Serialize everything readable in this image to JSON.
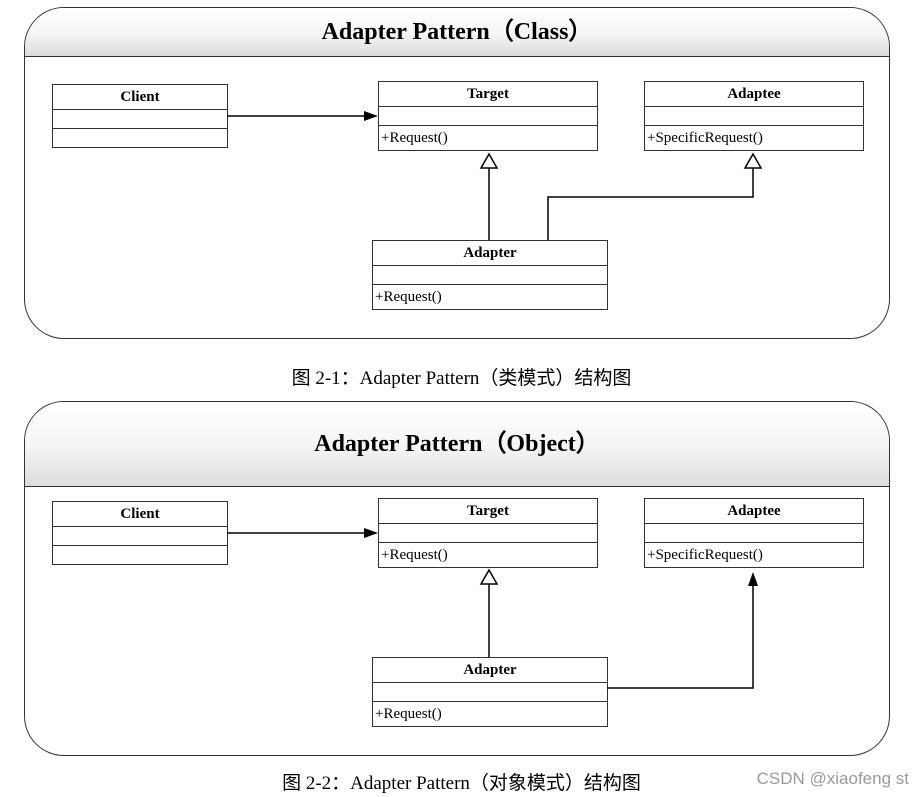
{
  "diagram1": {
    "title": "Adapter Pattern（Class）",
    "caption": "图 2-1：Adapter Pattern（类模式）结构图",
    "client": {
      "name": "Client"
    },
    "target": {
      "name": "Target",
      "op": "+Request()"
    },
    "adaptee": {
      "name": "Adaptee",
      "op": "+SpecificRequest()"
    },
    "adapter": {
      "name": "Adapter",
      "op": "+Request()"
    }
  },
  "diagram2": {
    "title": "Adapter Pattern（Object）",
    "caption": "图 2-2：Adapter Pattern（对象模式）结构图",
    "client": {
      "name": "Client"
    },
    "target": {
      "name": "Target",
      "op": "+Request()"
    },
    "adaptee": {
      "name": "Adaptee",
      "op": "+SpecificRequest()"
    },
    "adapter": {
      "name": "Adapter",
      "op": "+Request()"
    }
  },
  "watermark": "CSDN @xiaofeng st"
}
